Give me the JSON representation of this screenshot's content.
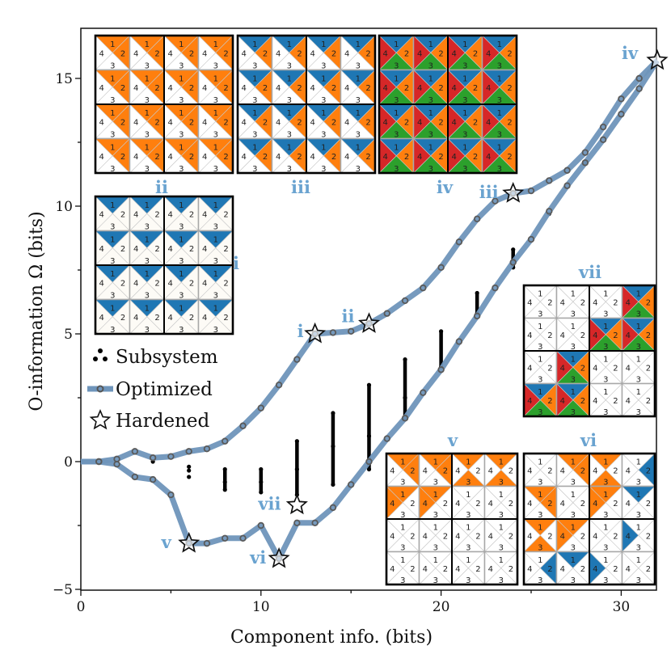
{
  "chart_data": {
    "type": "line",
    "title": "",
    "xlabel": "Component info. (bits)",
    "ylabel": "O-information Ω (bits)",
    "xlim": [
      0,
      32
    ],
    "ylim": [
      -5,
      17
    ],
    "xticks": [
      0,
      10,
      20,
      30
    ],
    "yticks": [
      -5,
      0,
      5,
      10,
      15
    ],
    "grid": false,
    "legend": {
      "position": "middle-left",
      "entries": [
        "Subsystem",
        "Optimized",
        "Hardened"
      ]
    },
    "colors": {
      "optimized_line": "#6f95bb",
      "marker_edge": "#555555",
      "label": "#6aa3d0",
      "orange": "#ff7f0e",
      "blue": "#1f77b4",
      "red": "#d62728",
      "green": "#2ca02c"
    },
    "series": [
      {
        "name": "Optimized (upper branch)",
        "x": [
          0,
          1,
          2,
          3,
          4,
          5,
          6,
          7,
          8,
          9,
          10,
          11,
          12,
          13,
          14,
          15,
          16,
          17,
          18,
          19,
          20,
          21,
          22,
          23,
          24,
          25,
          26,
          27,
          28,
          29,
          30,
          31,
          32
        ],
        "y": [
          0,
          0,
          0.1,
          0.4,
          0.15,
          0.2,
          0.4,
          0.5,
          0.8,
          1.4,
          2.1,
          3.0,
          4.0,
          5.0,
          5.05,
          5.1,
          5.4,
          5.8,
          6.3,
          6.8,
          7.6,
          8.6,
          9.5,
          10.2,
          10.5,
          10.6,
          11.0,
          11.4,
          12.1,
          13.1,
          14.2,
          15.0,
          15.7
        ]
      },
      {
        "name": "Optimized (lower branch)",
        "x": [
          0,
          1,
          2,
          3,
          4,
          5,
          6,
          7,
          8,
          9,
          10,
          11,
          12,
          13,
          14,
          15,
          16,
          17,
          18,
          19,
          20,
          21,
          22,
          23,
          24,
          25,
          26,
          27,
          28,
          29,
          30,
          31,
          32
        ],
        "y": [
          0,
          0,
          -0.1,
          -0.6,
          -0.7,
          -1.3,
          -3.2,
          -3.2,
          -3.0,
          -3.0,
          -2.5,
          -3.8,
          -2.4,
          -2.4,
          -1.8,
          -0.9,
          0.0,
          0.9,
          1.7,
          2.7,
          3.6,
          4.7,
          5.7,
          6.8,
          7.8,
          8.7,
          9.8,
          10.8,
          11.7,
          12.6,
          13.6,
          14.6,
          15.7
        ]
      },
      {
        "name": "Subsystem",
        "x": [
          4,
          6,
          6,
          6,
          8,
          8,
          8,
          10,
          10,
          10,
          12,
          12,
          12,
          14,
          14,
          14,
          16,
          16,
          16,
          18,
          18,
          18,
          20,
          20,
          22,
          22,
          24,
          24,
          26,
          28
        ],
        "y": [
          0,
          -0.2,
          -0.35,
          -0.6,
          -0.3,
          -0.8,
          -1.1,
          -0.3,
          -0.8,
          -1.2,
          0.8,
          -0.3,
          -1.3,
          1.9,
          0.6,
          -0.9,
          3.0,
          1.0,
          -0.3,
          4.0,
          2.5,
          1.7,
          5.1,
          3.7,
          6.6,
          5.8,
          8.3,
          7.6,
          9.7,
          11.7
        ]
      }
    ],
    "hardened_points": [
      {
        "label": "i",
        "x": 13,
        "y": 5.0
      },
      {
        "label": "ii",
        "x": 16,
        "y": 5.4
      },
      {
        "label": "iii",
        "x": 24,
        "y": 10.5
      },
      {
        "label": "iv",
        "x": 32,
        "y": 15.7
      },
      {
        "label": "v",
        "x": 6,
        "y": -3.2
      },
      {
        "label": "vi",
        "x": 11,
        "y": -3.8
      },
      {
        "label": "vii",
        "x": 12,
        "y": -1.7
      }
    ],
    "annotations": [
      "i",
      "ii",
      "iii",
      "iv",
      "v",
      "vi",
      "vii"
    ]
  },
  "insets": [
    {
      "label": "ii",
      "pattern": "ii"
    },
    {
      "label": "iii",
      "pattern": "iii"
    },
    {
      "label": "iv",
      "pattern": "iv"
    },
    {
      "label": "i",
      "pattern": "i"
    },
    {
      "label": "vii",
      "pattern": "vii"
    },
    {
      "label": "v",
      "pattern": "v"
    },
    {
      "label": "vi",
      "pattern": "vi"
    }
  ],
  "tile_numbers": [
    "1",
    "2",
    "3",
    "4"
  ]
}
